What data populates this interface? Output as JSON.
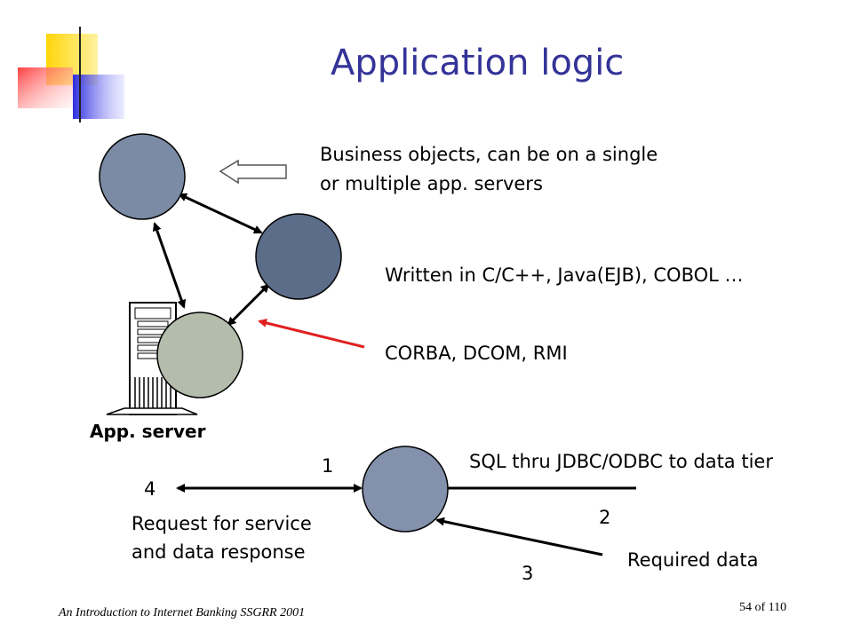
{
  "slide": {
    "title": "Application logic",
    "footer": "An Introduction to Internet Banking    SSGRR 2001",
    "page_number": "54 of 110"
  },
  "annotations": {
    "business_objects_line1": "Business objects, can be on a single",
    "business_objects_line2": "or multiple app. servers",
    "written_in": "Written in C/C++, Java(EJB), COBOL …",
    "protocols": "CORBA, DCOM, RMI",
    "app_server_label": "App. server",
    "sql_label": "SQL thru JDBC/ODBC to data tier",
    "request_line1": "Request for service",
    "request_line2": "and data response",
    "required_data": "Required data"
  },
  "steps": {
    "s1": "1",
    "s2": "2",
    "s3": "3",
    "s4": "4"
  },
  "colors": {
    "title": "#333399",
    "node_top": "#7b8aa5",
    "node_right": "#5c6d8a",
    "node_server": "#b4bcac",
    "node_bottom": "#8391ad",
    "accent_red": "#e02020",
    "deco_yellow": "#ffd60a",
    "deco_blue": "#2d2de0"
  }
}
